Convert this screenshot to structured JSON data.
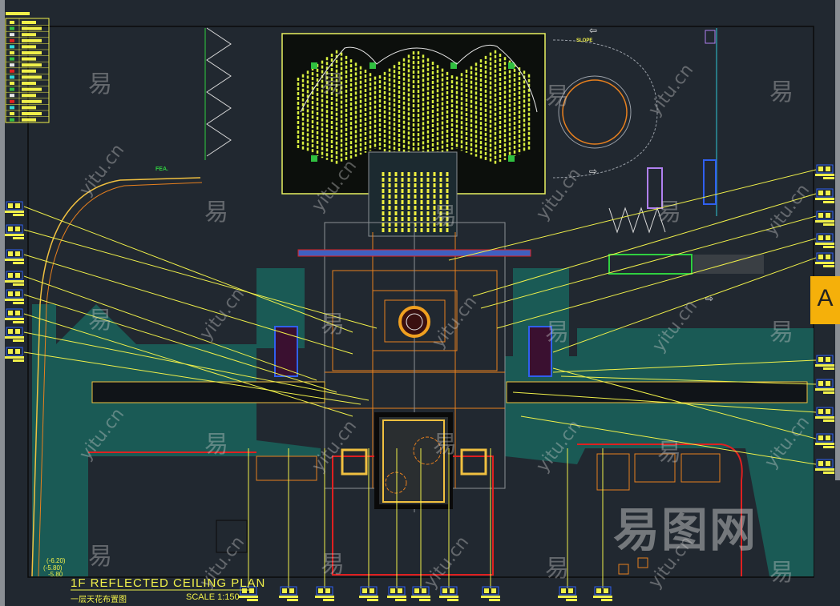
{
  "drawing": {
    "title": "1F  REFLECTED  CEILING PLAN",
    "subtitle": "一层天花布置图",
    "scale": "SCALE 1:150",
    "elevations": [
      "(-6.20)",
      "(-5.80)",
      "-5.80"
    ],
    "labels": {
      "slope": "SLOPE",
      "fea": "FEA."
    }
  },
  "logo": {
    "letter": "A",
    "color": "#f5b00a"
  },
  "watermarks": {
    "char": "易",
    "url": "yitu.cn",
    "brand": "易图网"
  },
  "colors": {
    "background": "#212830",
    "cad_yellow": "#f0f04a",
    "cad_orange": "#e8801e",
    "cad_red": "#e02020",
    "hatch_teal": "#1a5a55",
    "cad_green": "#30d040"
  }
}
